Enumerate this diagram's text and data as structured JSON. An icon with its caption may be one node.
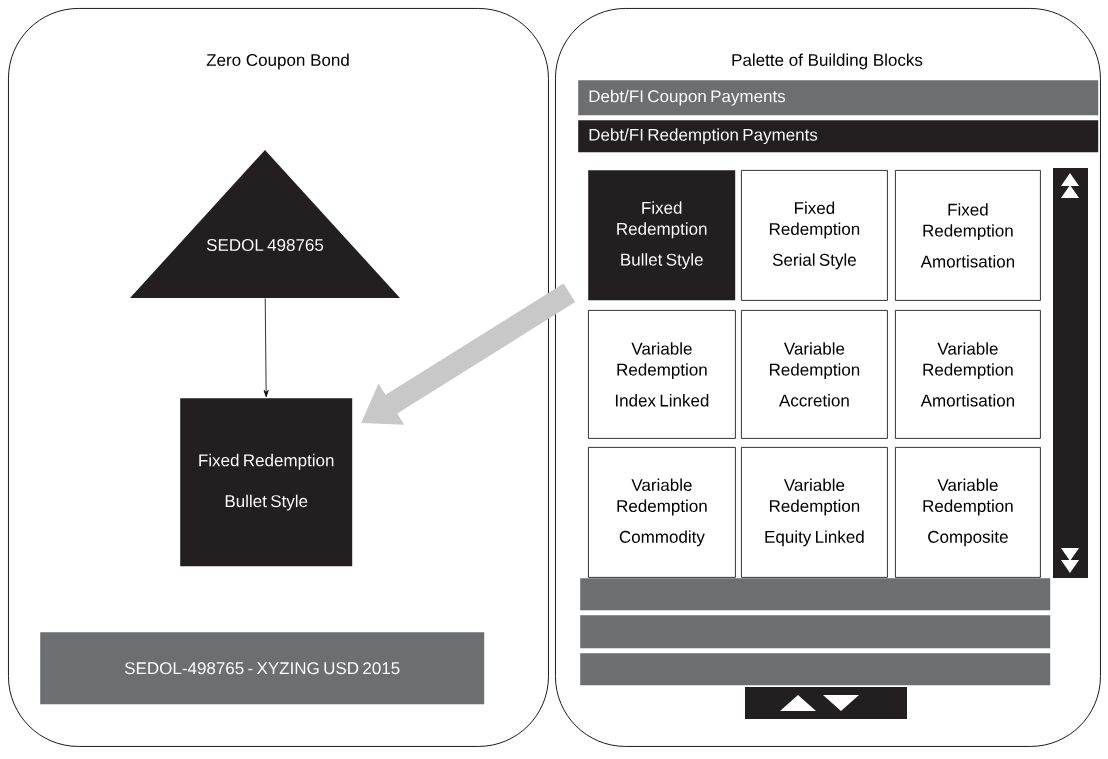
{
  "diagram": {
    "nodes": [
      {
        "text": [
          "Zero Coupon Bond"
        ]
      },
      {
        "text": [
          "SEDOL 498765"
        ],
        "in": 0
      },
      {
        "text": [
          "Fixed Redemption",
          "Bullet Style"
        ],
        "in": 0
      },
      {
        "text": [
          "SEDOL-498765 - XYZING USD 2015"
        ],
        "in": 0
      },
      {
        "text": [
          "Palette of Building Blocks"
        ]
      },
      {
        "text": [
          "Debt/FI Coupon Payments"
        ],
        "in": 4
      },
      {
        "text": [
          "Debt/FI Redemption Payments"
        ],
        "in": 4
      },
      {
        "text": [
          "Fixed Redemption",
          "Bullet Style"
        ],
        "in": 4
      },
      {
        "text": [
          "Fixed Redemption",
          "Serial Style"
        ],
        "in": 4
      },
      {
        "text": [
          "Fixed Redemption",
          "Amortisation"
        ],
        "in": 4
      },
      {
        "text": [
          "Variable Redemption",
          "Index Linked"
        ],
        "in": 4
      },
      {
        "text": [
          "Variable Redemption",
          "Accretion"
        ],
        "in": 4
      },
      {
        "text": [
          "Variable Redemption",
          "Amortisation"
        ],
        "in": 4
      },
      {
        "text": [
          "Variable Redemption",
          "Commodity"
        ],
        "in": 4
      },
      {
        "text": [
          "Variable Redemption",
          "Equity Linked"
        ],
        "in": 4
      },
      {
        "text": [
          "Variable Redemption",
          "Composite"
        ],
        "in": 4
      },
      {
        "text": [],
        "shape": "bar",
        "in": 4
      },
      {
        "text": [],
        "shape": "bar",
        "in": 4
      },
      {
        "text": [],
        "shape": "bar",
        "in": 4
      }
    ],
    "edges": [
      {
        "from": 1,
        "to": 2,
        "arrow": "to"
      },
      {
        "from": 7,
        "to": 2,
        "arrow": "to",
        "style": "thick",
        "color": "#c8c8c8"
      }
    ]
  }
}
